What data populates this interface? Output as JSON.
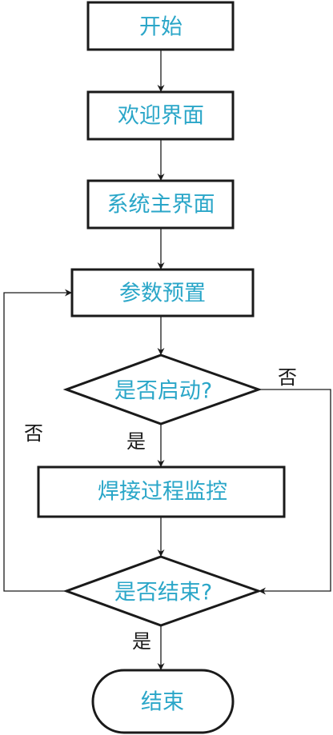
{
  "diagram": {
    "nodes": {
      "start": "开始",
      "welcome": "欢迎界面",
      "main_ui": "系统主界面",
      "params": "参数预置",
      "started": "是否启动?",
      "monitor": "焊接过程监控",
      "finished": "是否结束?",
      "end": "结束"
    },
    "edges": {
      "started_no": "否",
      "started_yes": "是",
      "finished_no": "否",
      "finished_yes": "是"
    }
  },
  "colors": {
    "label_text": "#2aa6c8",
    "stroke": "#1a1a1a",
    "background": "#ffffff"
  }
}
